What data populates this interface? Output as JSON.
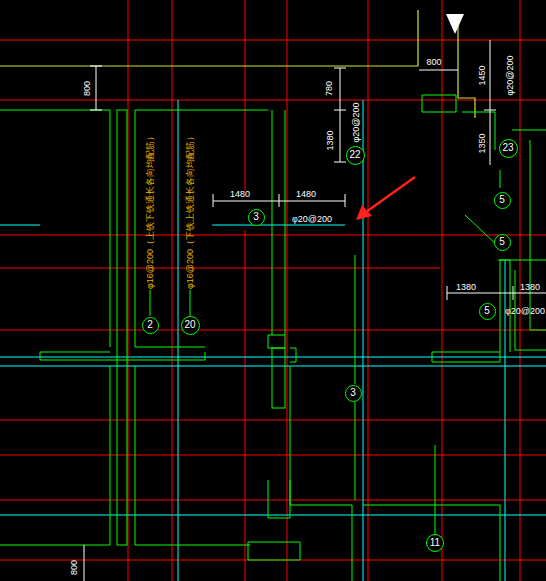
{
  "diagram": {
    "nodes": [
      {
        "text": [
          "22"
        ]
      },
      {
        "text": [
          "23"
        ]
      },
      {
        "text": [
          "3"
        ]
      },
      {
        "text": [
          "5"
        ]
      },
      {
        "text": [
          "5"
        ]
      },
      {
        "text": [
          "5"
        ]
      },
      {
        "text": [
          "2"
        ]
      },
      {
        "text": [
          "20"
        ]
      },
      {
        "text": [
          "3"
        ]
      },
      {
        "text": [
          "11"
        ]
      }
    ],
    "labels": [
      "800",
      "800",
      "1450",
      "φ20@200",
      "780",
      "1380",
      "φ20@200",
      "1350",
      "1480",
      "1480",
      "φ20@200",
      "φ16@200（上铁下铁通长各向均配筋）",
      "φ16@200（下铁上铁通长各向均配筋）",
      "1380",
      "1380",
      "φ20@200",
      "800"
    ]
  }
}
